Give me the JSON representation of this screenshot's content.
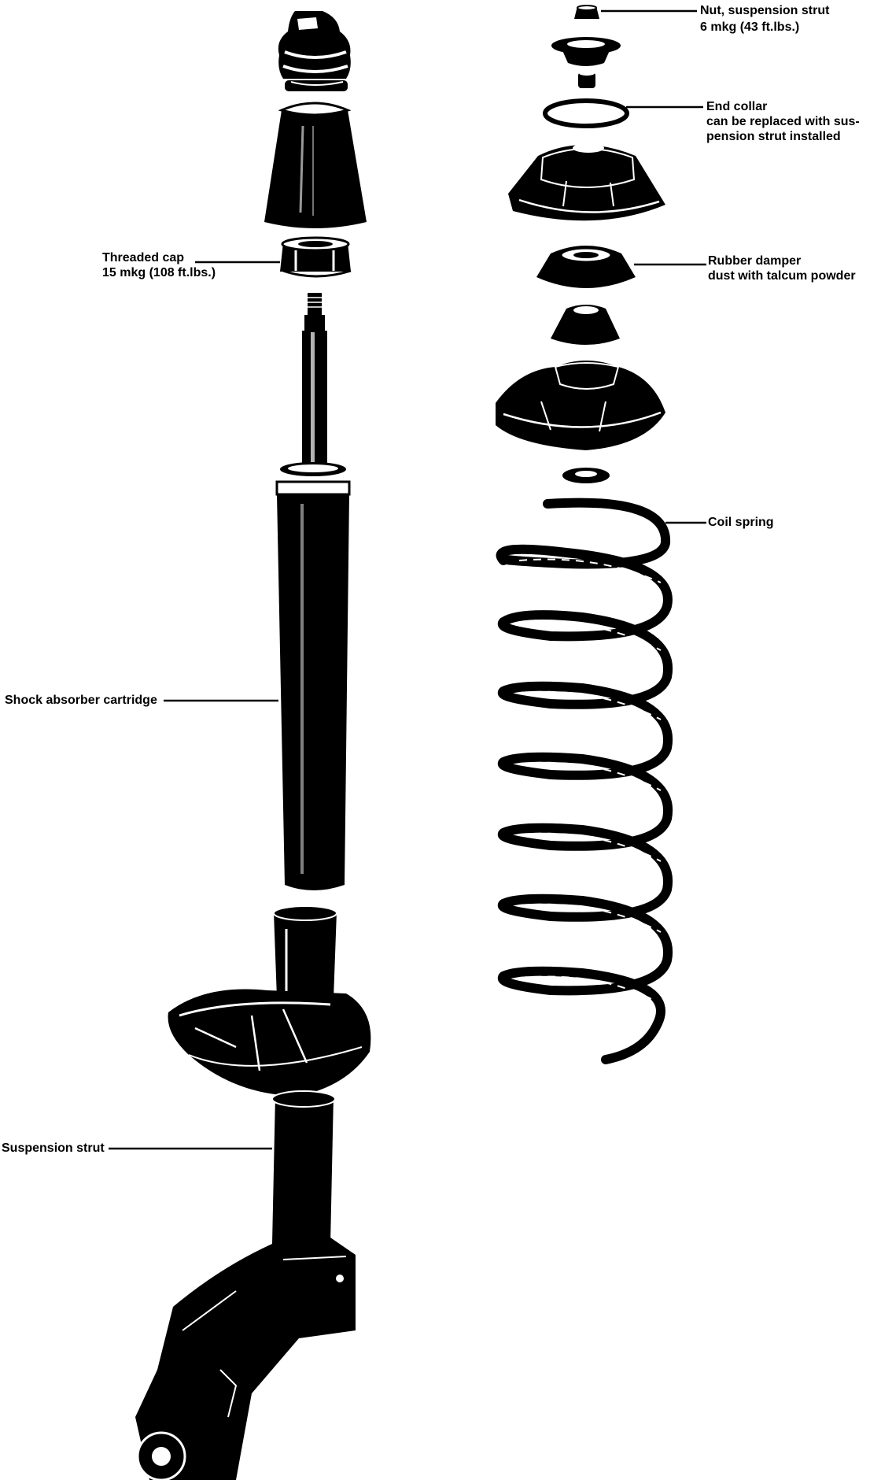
{
  "labels": {
    "nut": {
      "line1": "Nut, suspension strut",
      "line2": "6 mkg (43 ft.lbs.)"
    },
    "end_collar": {
      "line1": "End collar",
      "line2": "can be replaced with sus-",
      "line3": "pension strut  installed"
    },
    "threaded_cap": {
      "line1": "Threaded cap",
      "line2": "15 mkg (108 ft.lbs.)"
    },
    "rubber_damper": {
      "line1": "Rubber damper",
      "line2": "dust with talcum  powder"
    },
    "coil_spring": "Coil spring",
    "shock_absorber": "Shock absorber cartridge",
    "suspension_strut": "Suspension strut"
  },
  "colors": {
    "ink": "#000000",
    "paper": "#ffffff",
    "highlight": "#f2f2f2"
  }
}
